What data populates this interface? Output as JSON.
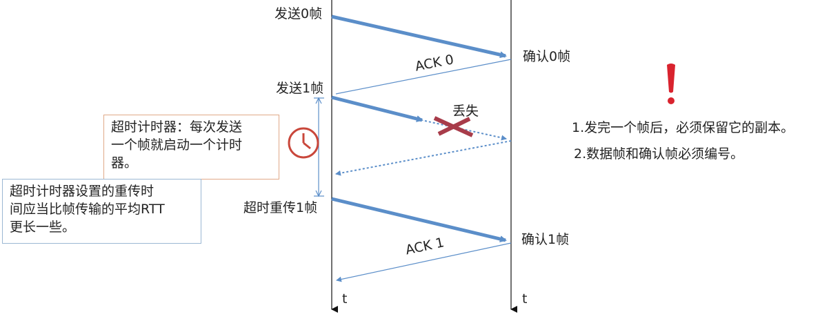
{
  "sender": {
    "send0_label": "发送0帧",
    "send1_label": "发送1帧",
    "retransmit_label": "超时重传1帧",
    "time_label": "t"
  },
  "receiver": {
    "ack0_received_label": "确认0帧",
    "ack1_received_label": "确认1帧",
    "time_label": "t"
  },
  "messages": {
    "ack0_label": "ACK 0",
    "ack1_label": "ACK 1",
    "lost_label": "丢失"
  },
  "timeout_box": {
    "lines": [
      "超时计时器：每次发送",
      "一个帧就启动一个计时",
      "器。"
    ]
  },
  "rtt_box": {
    "lines": [
      "超时计时器设置的重传时",
      "间应当比帧传输的平均RTT",
      "更长一些。"
    ]
  },
  "notes": {
    "items": [
      "1.发完一个帧后，必须保留它的副本。",
      "2.数据帧和确认帧必须编号。"
    ]
  },
  "colors": {
    "frame_arrow": "#5b8ec9",
    "ack_line": "#5b8ec9",
    "lost_cross": "#a83c4a",
    "timer_icon": "#c9473b",
    "exclaim": "#d9232e",
    "timeout_border": "#e0a887",
    "rtt_border": "#9ab7d3"
  },
  "icons": {
    "timer": "clock-icon",
    "lost": "cross-icon",
    "attention": "exclamation-icon"
  }
}
